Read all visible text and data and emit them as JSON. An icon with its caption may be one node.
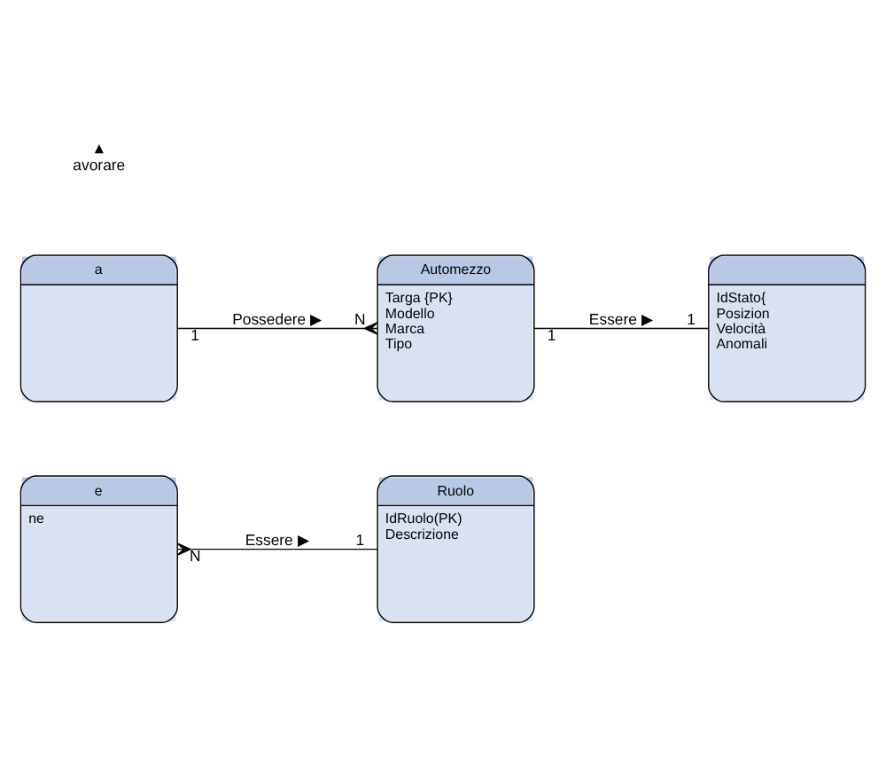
{
  "diagram": {
    "nodes": [
      {
        "text": [
          "a"
        ]
      },
      {
        "text": [
          "Automezzo",
          "Targa {PK}",
          "Modello",
          "Marca",
          "Tipo"
        ]
      },
      {
        "text": [
          "IdStato{",
          "Posizion",
          "Velocità",
          "Anomali"
        ]
      },
      {
        "text": [
          "e",
          "ne"
        ]
      },
      {
        "text": [
          "Ruolo",
          "IdRuolo(PK)",
          "Descrizione"
        ]
      }
    ],
    "edges": [
      {
        "from": 0,
        "to": 1,
        "arrow": "other",
        "label": "Possedere ▶"
      },
      {
        "from": 1,
        "to": 2,
        "arrow": "none",
        "label": "Essere ▶"
      },
      {
        "from": 4,
        "to": 3,
        "arrow": "other",
        "label": "Essere ▶"
      }
    ],
    "labels": [
      "1",
      "N",
      "1",
      "1",
      "▲",
      "avorare",
      "1",
      "N"
    ]
  }
}
